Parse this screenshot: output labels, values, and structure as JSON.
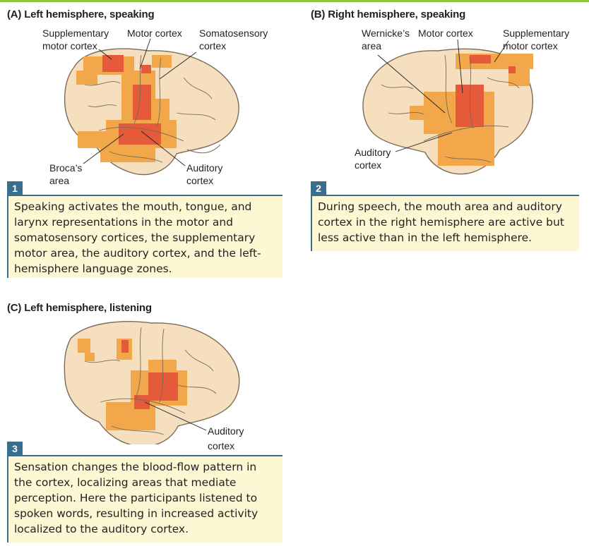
{
  "panels": [
    {
      "title": "(A)  Left hemisphere, speaking",
      "labels": {
        "supplementary": [
          "Supplementary",
          "motor cortex"
        ],
        "motor": "Motor cortex",
        "somato": [
          "Somatosensory",
          "cortex"
        ],
        "broca": [
          "Broca’s",
          "area"
        ],
        "auditory": [
          "Auditory",
          "cortex"
        ]
      },
      "step": "1",
      "caption": "Speaking activates the mouth, tongue, and larynx representations in the motor and somatosensory cortices, the supplementary motor area, the auditory cortex, and the left-hemisphere language zones."
    },
    {
      "title": "(B)  Right hemisphere, speaking",
      "labels": {
        "wernicke": [
          "Wernicke’s",
          "area"
        ],
        "motor": "Motor cortex",
        "supplementary": [
          "Supplementary",
          "motor cortex"
        ],
        "auditory": [
          "Auditory",
          "cortex"
        ]
      },
      "step": "2",
      "caption": "During speech, the mouth area and auditory cortex in the right hemisphere are active but less active than in the left hemisphere."
    },
    {
      "title": "(C)  Left hemisphere, listening",
      "labels": {
        "auditory": [
          "Auditory",
          "cortex"
        ]
      },
      "step": "3",
      "caption": "Sensation changes the blood-flow pattern in the cortex, localizing areas that mediate perception. Here the participants listened to spoken words, resulting in increased activity localized to the auditory cortex."
    }
  ],
  "colors": {
    "brain_fill": "#f6dfbf",
    "brain_outline": "#7a6a57",
    "activity_low": "#f2a84a",
    "activity_high": "#e55a3b",
    "caption_bg": "#fdf7d4",
    "step_badge": "#3a6e8f",
    "top_rule": "#8dc63f"
  }
}
